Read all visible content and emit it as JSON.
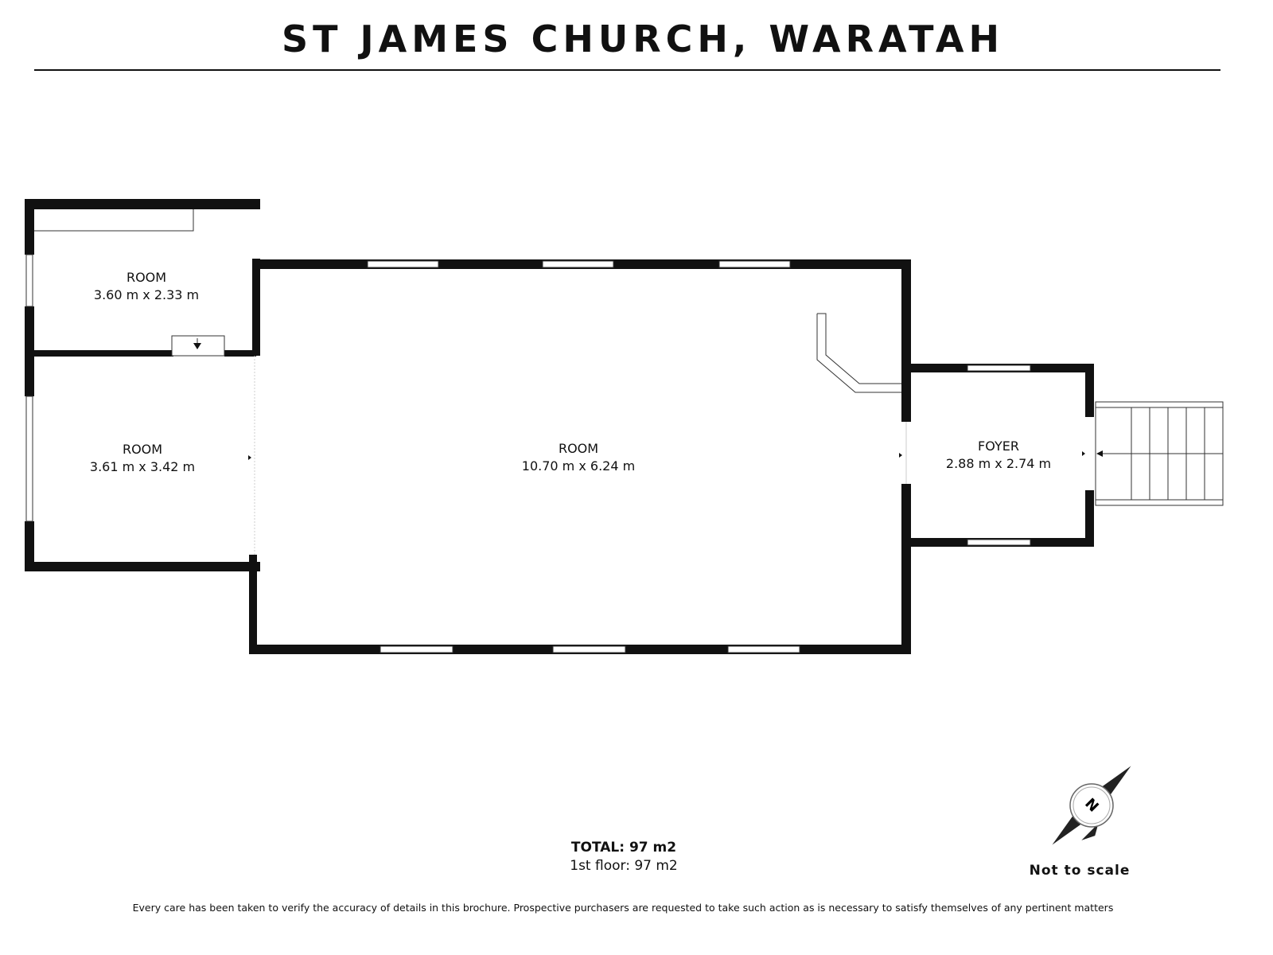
{
  "title": "ST JAMES CHURCH, WARATAH",
  "rooms": [
    {
      "name": "ROOM",
      "dimensions": "3.60 m x 2.33 m"
    },
    {
      "name": "ROOM",
      "dimensions": "3.61 m x 3.42 m"
    },
    {
      "name": "ROOM",
      "dimensions": "10.70 m x 6.24 m"
    },
    {
      "name": "FOYER",
      "dimensions": "2.88 m x 2.74 m"
    }
  ],
  "totals": {
    "total": "TOTAL: 97 m2",
    "floor": "1st floor: 97 m2"
  },
  "compass": {
    "letter": "N",
    "note": "Not to scale"
  },
  "disclaimer": "Every care has been taken to verify the accuracy of details in this brochure. Prospective purchasers are requested to take such action as is necessary to satisfy themselves of any pertinent matters"
}
